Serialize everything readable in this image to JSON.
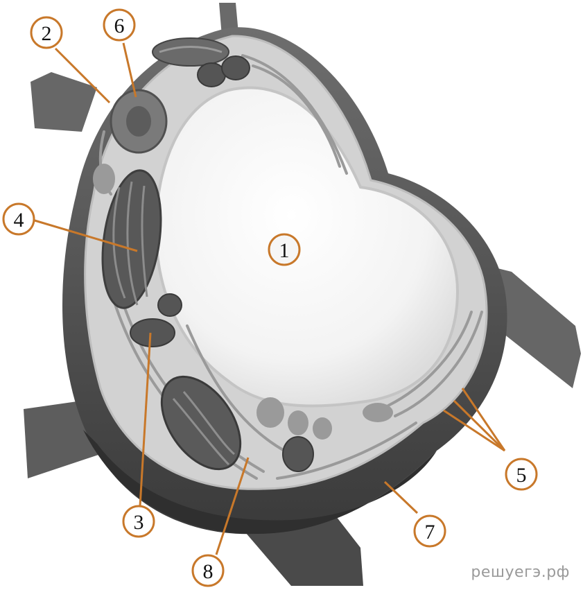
{
  "diagram": {
    "labels": [
      {
        "id": "1",
        "text": "1"
      },
      {
        "id": "2",
        "text": "2"
      },
      {
        "id": "3",
        "text": "3"
      },
      {
        "id": "4",
        "text": "4"
      },
      {
        "id": "5",
        "text": "5"
      },
      {
        "id": "6",
        "text": "6"
      },
      {
        "id": "7",
        "text": "7"
      },
      {
        "id": "8",
        "text": "8"
      }
    ],
    "watermark": "решуегэ.рф",
    "colors": {
      "label_ring": "#c8782a",
      "leader_line": "#c8782a",
      "cell_wall": "#5a5a5a",
      "cell_wall_dark": "#2e2e2e",
      "cytoplasm": "#cfcfcf",
      "vacuole": "#f1f1f1",
      "organelle": "#6b6b6b"
    }
  }
}
